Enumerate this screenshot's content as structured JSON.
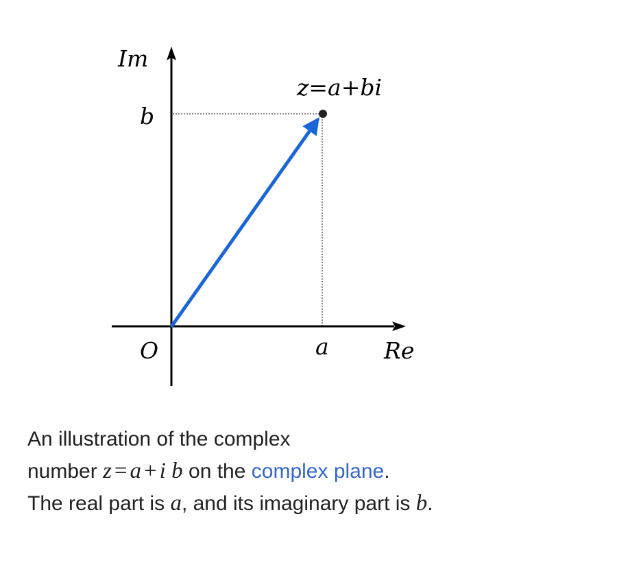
{
  "figure": {
    "labels": {
      "im_axis": "Im",
      "re_axis": "Re",
      "origin": "O",
      "a_tick": "a",
      "b_tick": "b",
      "point": "z=a+bi"
    },
    "colors": {
      "vector": "#1a66d9",
      "axes": "#000000",
      "guide": "#8a8a8a",
      "point": "#222222"
    }
  },
  "caption": {
    "line1": "An illustration of the complex",
    "number_word": "number",
    "var_z": "z",
    "eq": "=",
    "var_a": "a",
    "plus": "+",
    "var_i": "i",
    "var_b": "b",
    "on_the": "on the",
    "link_text": "complex plane",
    "period1": ".",
    "real_part_text": "The real part is",
    "real_var": "a",
    "comma_and": ", and its imaginary part is",
    "imag_var": "b",
    "period2": "."
  }
}
